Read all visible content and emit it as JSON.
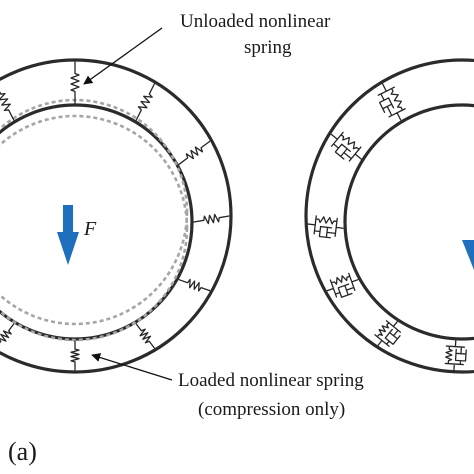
{
  "labels": {
    "unloaded_line1": "Unloaded nonlinear",
    "unloaded_line2": "spring",
    "loaded_line1": "Loaded nonlinear spring",
    "loaded_line2": "(compression only)",
    "force": "F",
    "panel": "(a)"
  },
  "colors": {
    "ring": "#2b2b2b",
    "dashed_circle": "#a6a6a6",
    "force_arrow": "#1f6fbf",
    "text": "#1a1a1a"
  },
  "icons": {
    "spring": "zigzag-spring",
    "spring_damper": "spring-damper-pair",
    "force": "down-arrow"
  }
}
